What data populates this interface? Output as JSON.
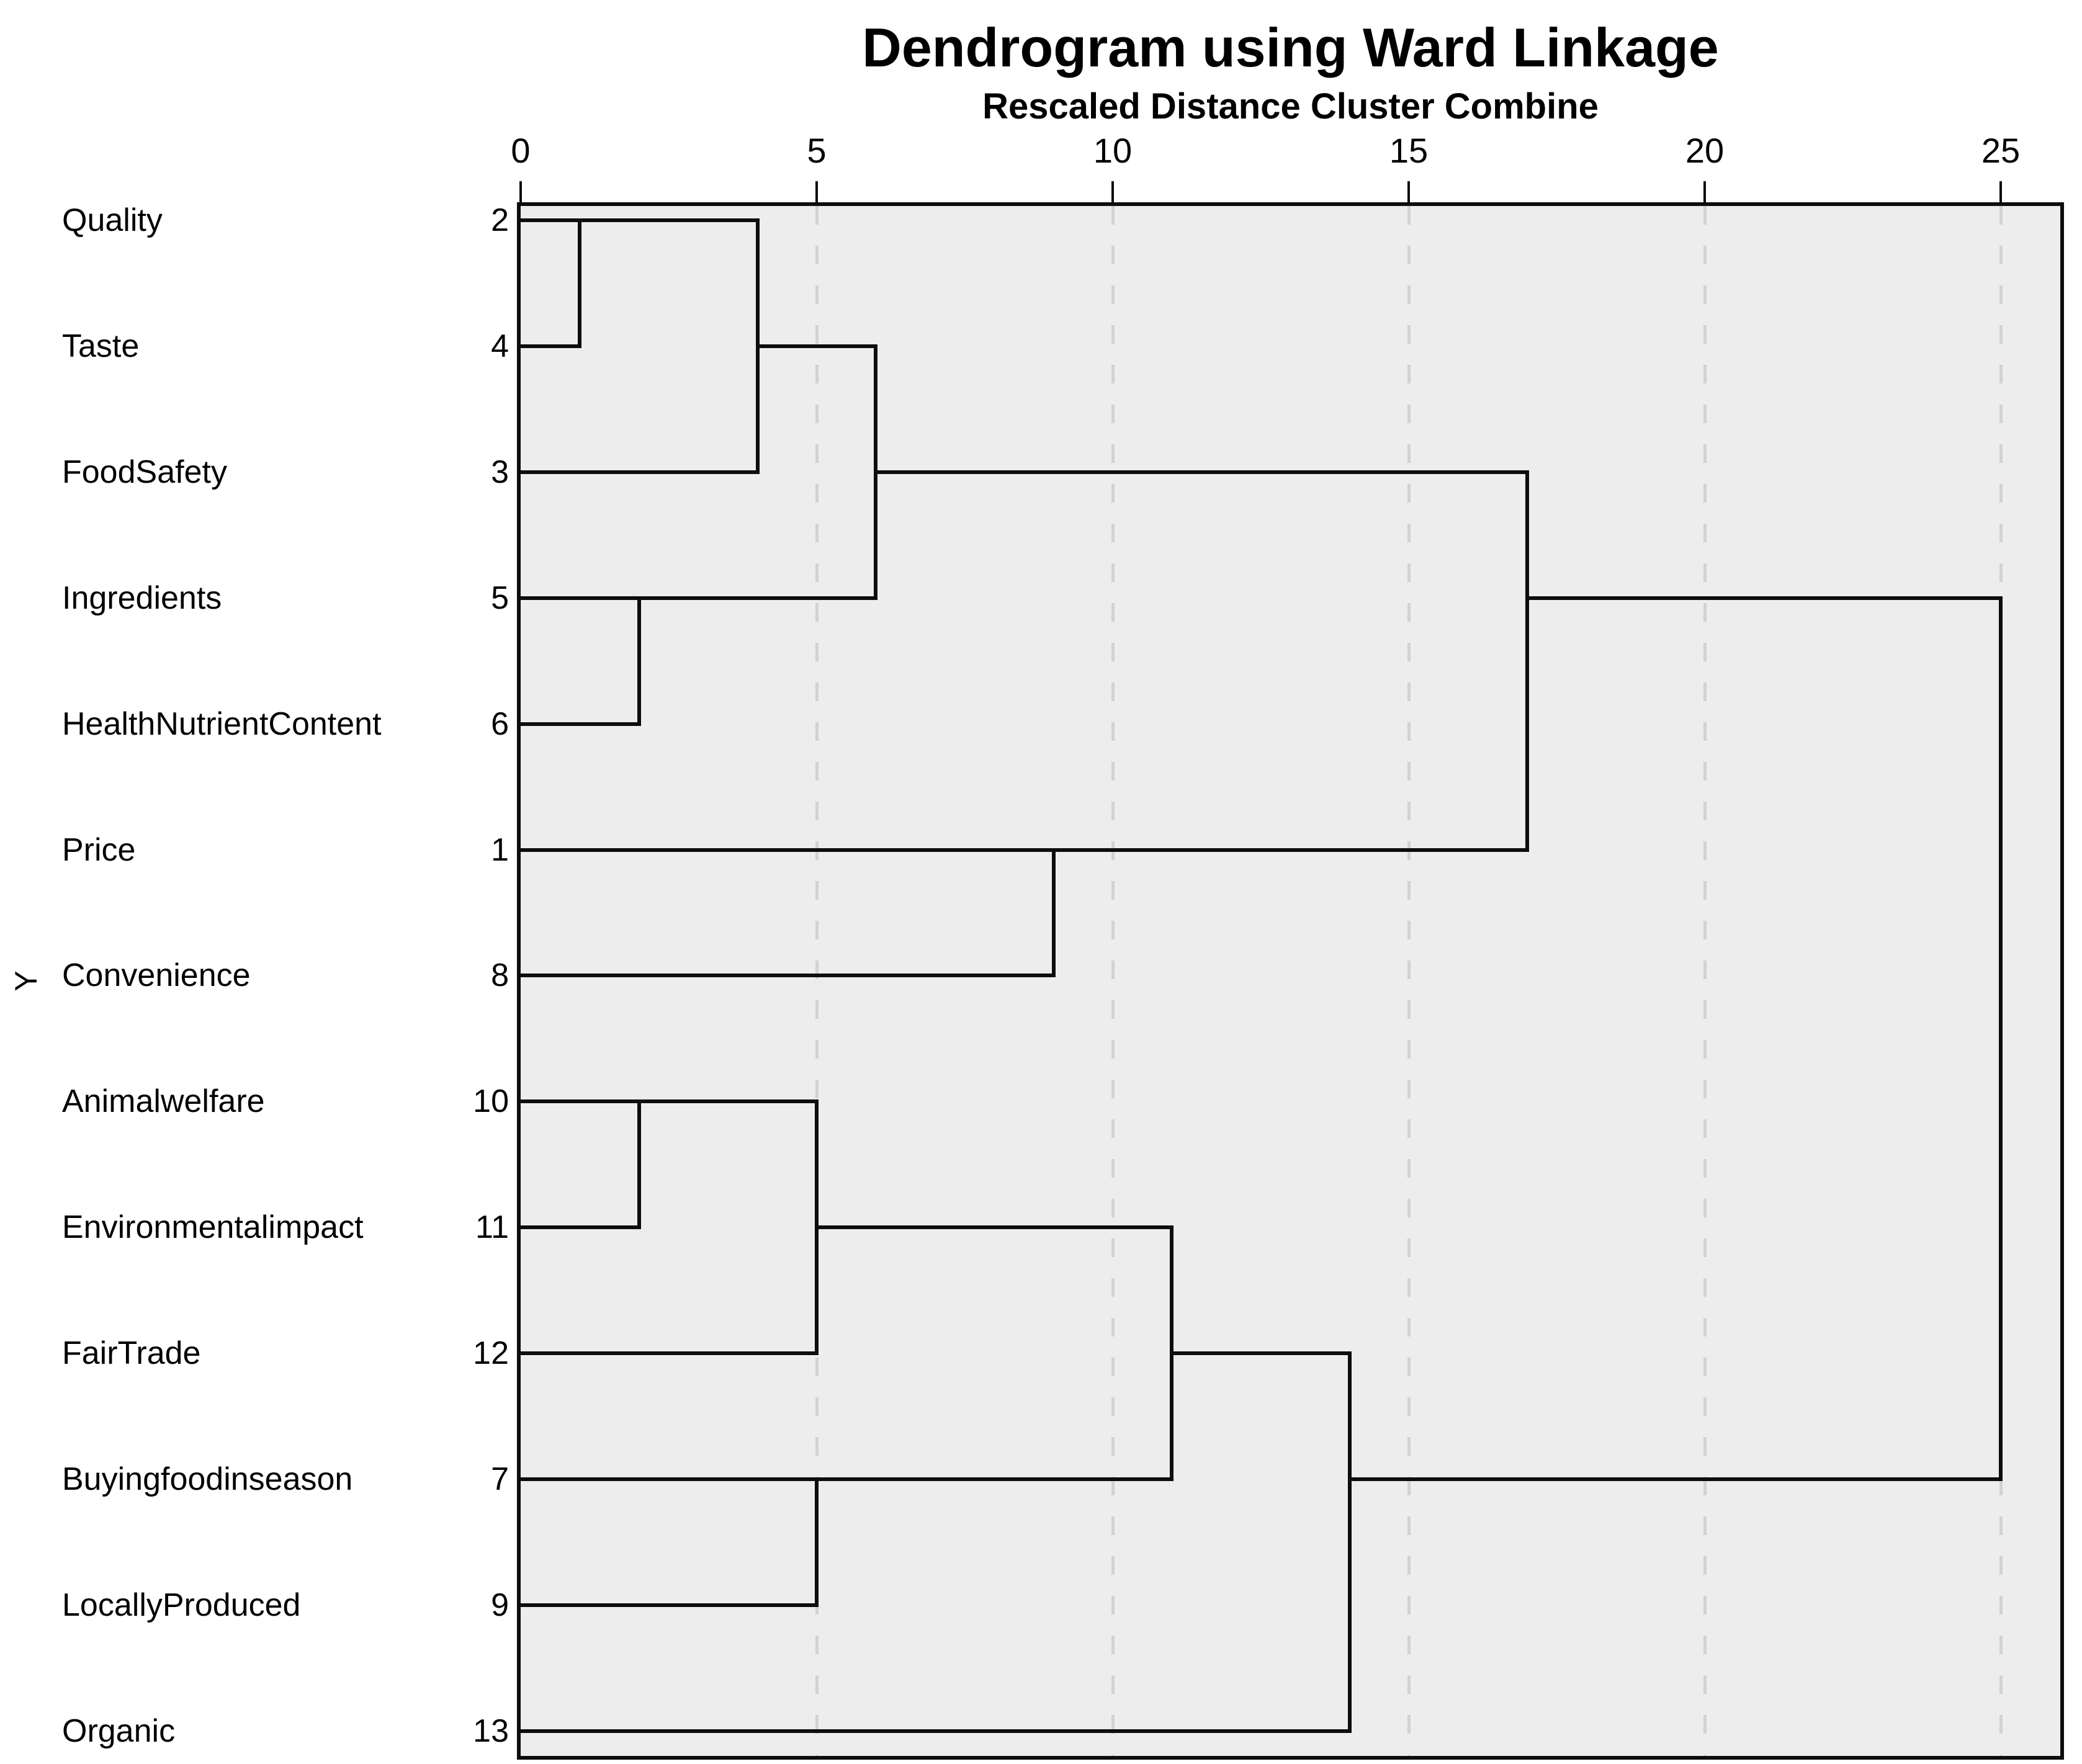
{
  "title": "Dendrogram using Ward Linkage",
  "subtitle": "Rescaled Distance Cluster Combine",
  "y_axis_label": "Y",
  "colors": {
    "line": "#0d0d0d",
    "plot_background": "#ededed",
    "page_background": "#ffffff",
    "gridline": "#d2d2d2",
    "text": "#000000"
  },
  "chart_data": {
    "type": "dendrogram",
    "orientation": "horizontal",
    "linkage_method": "Ward Linkage",
    "x_axis": {
      "label": "Rescaled Distance Cluster Combine",
      "ticks": [
        0,
        5,
        10,
        15,
        20,
        25
      ],
      "min": 0,
      "max": 25,
      "grid": "dashed at 5,10,15,20,25"
    },
    "leaves": [
      {
        "row": 1,
        "label": "Quality",
        "case": "2",
        "joins_at": 1
      },
      {
        "row": 2,
        "label": "Taste",
        "case": "4",
        "joins_at": 1
      },
      {
        "row": 3,
        "label": "FoodSafety",
        "case": "3",
        "joins_at": 4
      },
      {
        "row": 4,
        "label": "Ingredients",
        "case": "5",
        "joins_at": 2
      },
      {
        "row": 5,
        "label": "HealthNutrientContent",
        "case": "6",
        "joins_at": 2
      },
      {
        "row": 6,
        "label": "Price",
        "case": "1",
        "joins_at": 9
      },
      {
        "row": 7,
        "label": "Convenience",
        "case": "8",
        "joins_at": 9
      },
      {
        "row": 8,
        "label": "Animalwelfare",
        "case": "10",
        "joins_at": 2
      },
      {
        "row": 9,
        "label": "Environmentalimpact",
        "case": "11",
        "joins_at": 2
      },
      {
        "row": 10,
        "label": "FairTrade",
        "case": "12",
        "joins_at": 5
      },
      {
        "row": 11,
        "label": "Buyingfoodinseason",
        "case": "7",
        "joins_at": 5
      },
      {
        "row": 12,
        "label": "LocallyProduced",
        "case": "9",
        "joins_at": 5
      },
      {
        "row": 13,
        "label": "Organic",
        "case": "13",
        "joins_at": 14
      }
    ],
    "merges": [
      {
        "distance": 1,
        "members": [
          "Quality",
          "Taste"
        ]
      },
      {
        "distance": 2,
        "members": [
          "Ingredients",
          "HealthNutrientContent"
        ]
      },
      {
        "distance": 2,
        "members": [
          "Animalwelfare",
          "Environmentalimpact"
        ]
      },
      {
        "distance": 4,
        "members": [
          "Quality+Taste",
          "FoodSafety"
        ]
      },
      {
        "distance": 5,
        "members": [
          "Animalwelfare+Environmentalimpact",
          "FairTrade"
        ]
      },
      {
        "distance": 5,
        "members": [
          "Buyingfoodinseason",
          "LocallyProduced"
        ]
      },
      {
        "distance": 6,
        "members": [
          "Quality+Taste+FoodSafety",
          "Ingredients+HealthNutrientContent"
        ]
      },
      {
        "distance": 9,
        "members": [
          "Price",
          "Convenience"
        ]
      },
      {
        "distance": 11,
        "members": [
          "Animalwelfare+Environmentalimpact+FairTrade",
          "Buyingfoodinseason+LocallyProduced"
        ]
      },
      {
        "distance": 14,
        "members": [
          "Animalwelfare+Environmentalimpact+FairTrade+Buyingfoodinseason+LocallyProduced",
          "Organic"
        ]
      },
      {
        "distance": 17,
        "members": [
          "Quality+Taste+FoodSafety+Ingredients+HealthNutrientContent",
          "Price+Convenience"
        ]
      },
      {
        "distance": 25,
        "members": [
          "all-top-cluster",
          "all-bottom-cluster"
        ]
      }
    ],
    "connectors": {
      "horizontal": [
        {
          "row": 1,
          "from": 1,
          "to": 4
        },
        {
          "row": 2,
          "from": 4,
          "to": 6
        },
        {
          "row": 4,
          "from": 2,
          "to": 6
        },
        {
          "row": 3,
          "from": 6,
          "to": 17
        },
        {
          "row": 6,
          "from": 9,
          "to": 17
        },
        {
          "row": 4,
          "from": 17,
          "to": 25
        },
        {
          "row": 8,
          "from": 2,
          "to": 5
        },
        {
          "row": 9,
          "from": 5,
          "to": 11
        },
        {
          "row": 11,
          "from": 5,
          "to": 11
        },
        {
          "row": 10,
          "from": 11,
          "to": 14
        },
        {
          "row": 11,
          "from": 14,
          "to": 25
        }
      ],
      "vertical": [
        {
          "x": 1,
          "from_row": 1,
          "to_row": 2
        },
        {
          "x": 2,
          "from_row": 4,
          "to_row": 5
        },
        {
          "x": 2,
          "from_row": 8,
          "to_row": 9
        },
        {
          "x": 4,
          "from_row": 1,
          "to_row": 3
        },
        {
          "x": 5,
          "from_row": 8,
          "to_row": 10
        },
        {
          "x": 5,
          "from_row": 11,
          "to_row": 12
        },
        {
          "x": 6,
          "from_row": 2,
          "to_row": 4
        },
        {
          "x": 9,
          "from_row": 6,
          "to_row": 7
        },
        {
          "x": 11,
          "from_row": 9,
          "to_row": 11
        },
        {
          "x": 14,
          "from_row": 10,
          "to_row": 13
        },
        {
          "x": 17,
          "from_row": 3,
          "to_row": 6
        },
        {
          "x": 25,
          "from_row": 4,
          "to_row": 11
        }
      ]
    }
  }
}
